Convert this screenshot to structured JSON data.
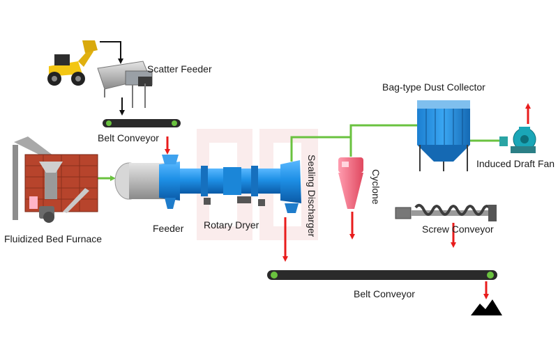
{
  "labels": {
    "scatter_feeder": "Scatter Feeder",
    "belt_conveyor_top": "Belt Conveyor",
    "fluidized_bed_furnace": "Fluidized Bed Furnace",
    "feeder": "Feeder",
    "rotary_dryer": "Rotary Dryer",
    "sealing_discharger": "Sealing Discharger",
    "cyclone": "Cyclone",
    "bag_dust_collector": "Bag-type Dust Collector",
    "induced_draft_fan": "Induced Draft Fan",
    "screw_conveyor": "Screw Conveyor",
    "belt_conveyor_bottom": "Belt Conveyor"
  },
  "watermark": "DH",
  "colors": {
    "equipment_blue": "#1e90e6",
    "flow_green": "#6ac23f",
    "material_red": "#e81c1c",
    "furnace_brick": "#b7442c",
    "belt_dark": "#2a2a2a",
    "watermark_pink": "#f6dede"
  }
}
